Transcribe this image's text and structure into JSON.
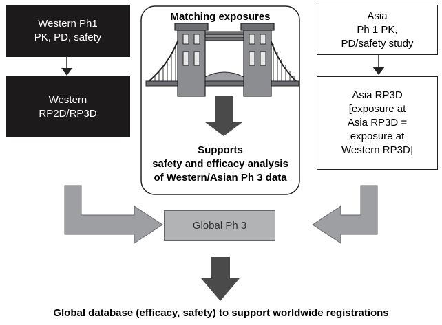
{
  "western_ph1": "Western Ph1\nPK, PD, safety",
  "western_rp2d": "Western\nRP2D/RP3D",
  "matching": {
    "title": "Matching exposures",
    "supports": "Supports\nsafety and efficacy analysis\nof Western/Asian Ph 3 data"
  },
  "asia_ph1": "Asia\nPh 1 PK,\nPD/safety study",
  "asia_rp3d": "Asia RP3D\n[exposure at\nAsia RP3D =\nexposure at\nWestern RP3D]",
  "global_ph3": "Global Ph 3",
  "bottom_text": "Global database (efficacy, safety) to support worldwide registrations",
  "colors": {
    "dark_box": "#1d1a1b",
    "grey_box": "#b2b3b5",
    "arrow_dark": "#4a4a4a",
    "arrow_light": "#9d9fa2"
  },
  "icons": [
    "bridge-icon"
  ]
}
